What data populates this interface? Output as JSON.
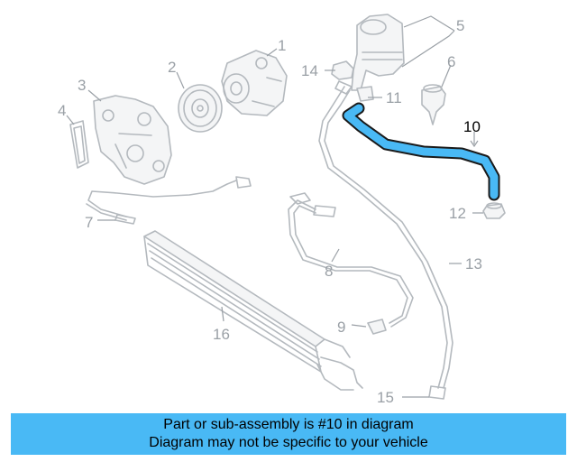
{
  "diagram": {
    "callouts": {
      "c1": "1",
      "c2": "2",
      "c3": "3",
      "c4": "4",
      "c5": "5",
      "c6": "6",
      "c7": "7",
      "c8": "8",
      "c9": "9",
      "c10": "10",
      "c11": "11",
      "c12": "12",
      "c13": "13",
      "c14": "14",
      "c15": "15",
      "c16": "16"
    },
    "highlight_color": "#49b9f5",
    "outline_color": "#b4b9be"
  },
  "banner": {
    "line1": "Part or sub-assembly is #10 in diagram",
    "line2": "Diagram may not be specific to your vehicle",
    "background": "#49b9f5"
  }
}
